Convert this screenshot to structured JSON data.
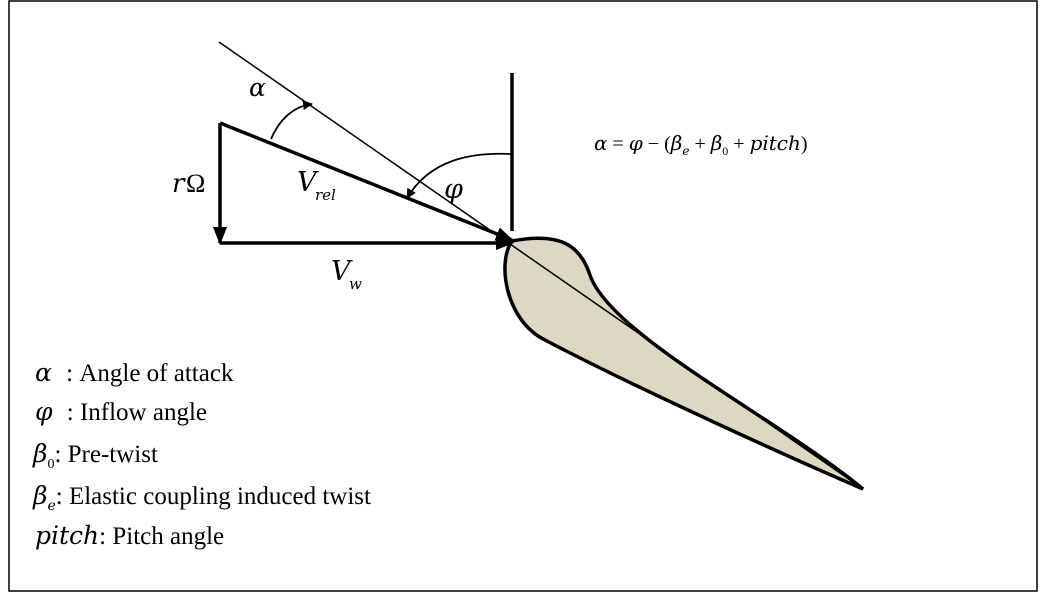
{
  "diagram": {
    "symbols": {
      "alpha": "α",
      "phi": "φ",
      "omega": "Ω",
      "r": "r",
      "V": "V",
      "rel": "rel",
      "w": "w",
      "beta": "β",
      "e": "e",
      "zero": "0",
      "pitch": "pitch"
    },
    "equation": {
      "equals": " = ",
      "minus": " − (",
      "plus1": " + ",
      "plus2": " + ",
      "close": ")"
    },
    "legend": [
      {
        "text": " : Angle of attack"
      },
      {
        "text": " : Inflow angle"
      },
      {
        "text": ": Pre-twist"
      },
      {
        "text": ": Elastic coupling induced twist"
      },
      {
        "text": ": Pitch angle"
      }
    ],
    "colors": {
      "airfoil_fill": "#ddd8c3",
      "stroke": "#000000"
    }
  }
}
